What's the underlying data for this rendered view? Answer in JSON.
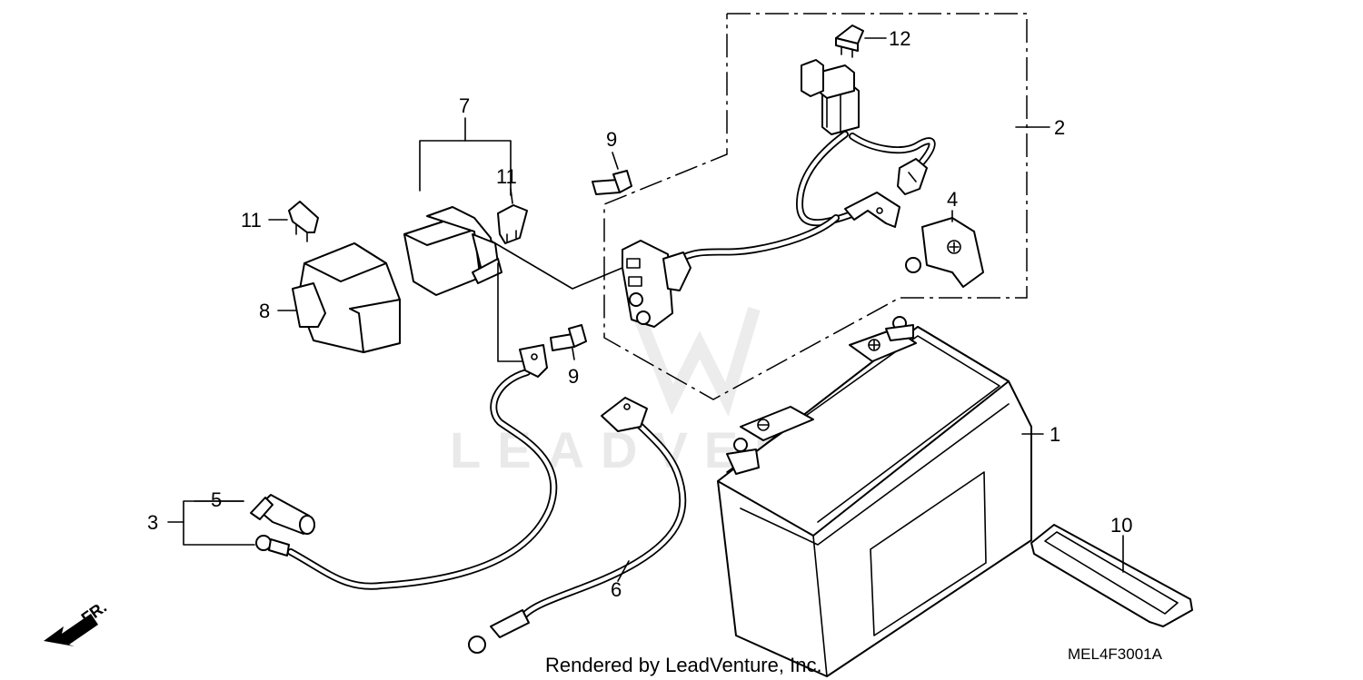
{
  "callouts": {
    "c1": "1",
    "c2": "2",
    "c3": "3",
    "c4": "4",
    "c5": "5",
    "c6": "6",
    "c7": "7",
    "c8": "8",
    "c9a": "9",
    "c9b": "9",
    "c10": "10",
    "c11a": "11",
    "c11b": "11",
    "c12": "12"
  },
  "footer_text": "Rendered by LeadVenture, Inc.",
  "diagram_code": "MEL4F3001A",
  "front_label": "FR.",
  "watermark": "LEADVENTURE",
  "icons": {
    "front_arrow": "front-direction-arrow-icon",
    "watermark_logo": "leadventure-logo"
  }
}
